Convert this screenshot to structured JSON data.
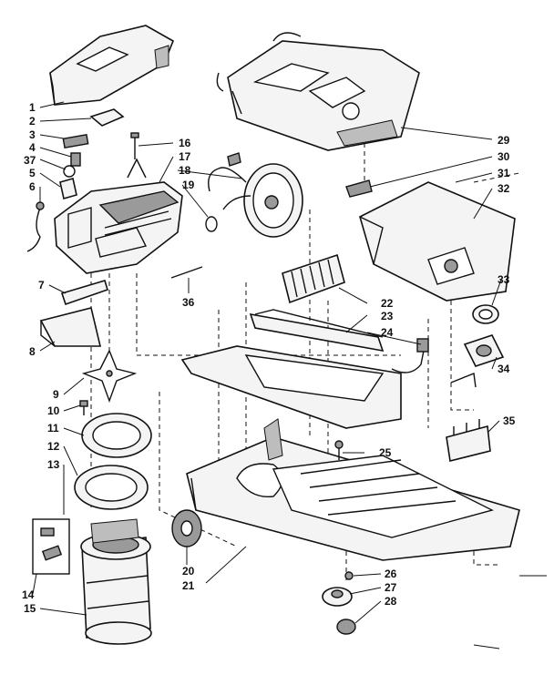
{
  "diagram": {
    "part_numbers": [
      "1",
      "2",
      "3",
      "4",
      "37",
      "5",
      "6",
      "7",
      "8",
      "9",
      "10",
      "11",
      "12",
      "13",
      "14",
      "15",
      "16",
      "17",
      "18",
      "19",
      "36",
      "20",
      "21",
      "22",
      "23",
      "24",
      "25",
      "26",
      "27",
      "28",
      "29",
      "30",
      "31",
      "32",
      "33",
      "34",
      "35"
    ]
  }
}
